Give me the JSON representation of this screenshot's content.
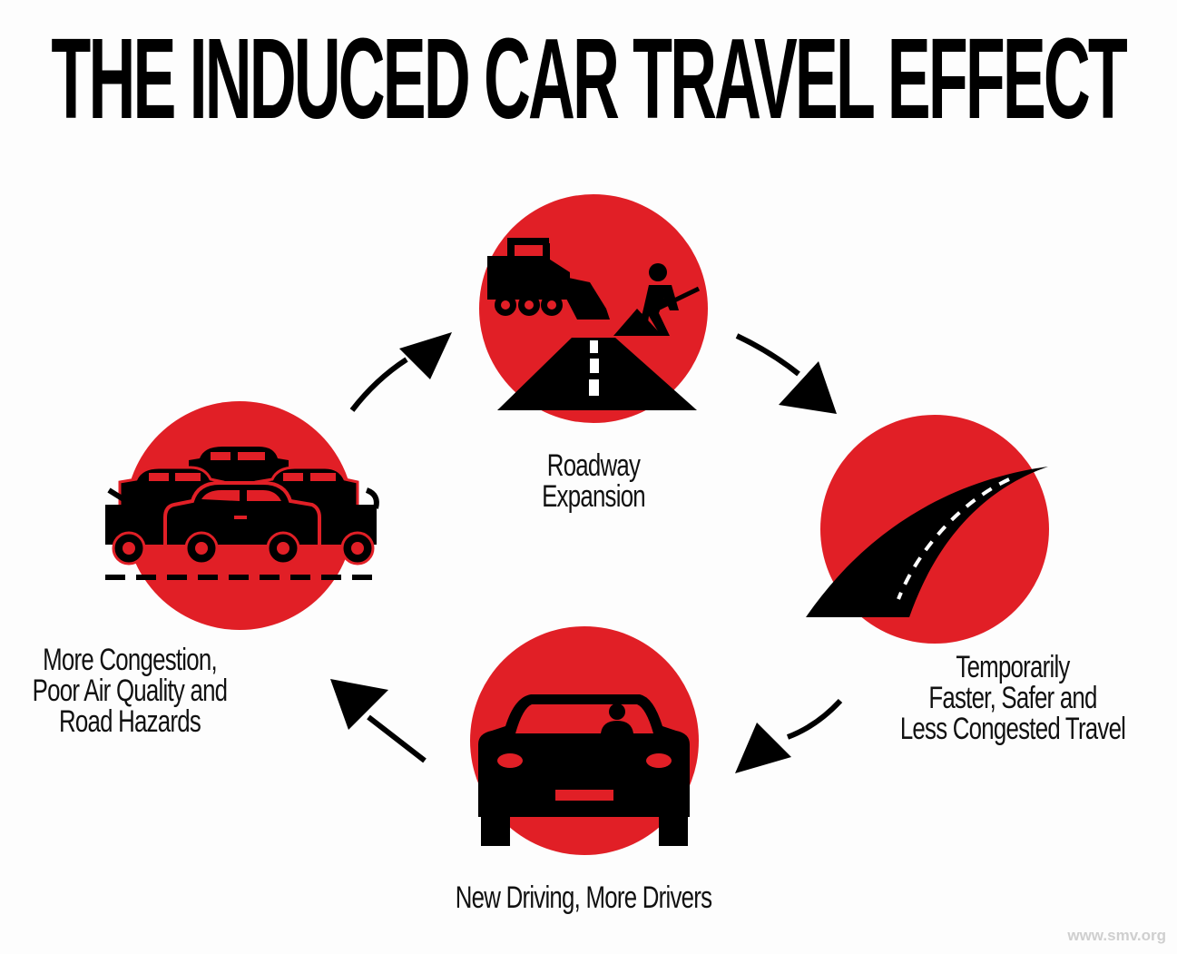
{
  "title": "THE INDUCED CAR TRAVEL EFFECT",
  "colors": {
    "circle": "#e11f26",
    "icon": "#000000",
    "background": "#fdfdfd",
    "credit": "#cfcfcf"
  },
  "stages": [
    {
      "icon": "road-construction-icon",
      "label_lines": [
        "Roadway",
        "Expansion"
      ]
    },
    {
      "icon": "open-highway-icon",
      "label_lines": [
        "Temporarily",
        "Faster, Safer and",
        "Less Congested Travel"
      ]
    },
    {
      "icon": "car-with-driver-icon",
      "label_lines": [
        "New Driving, More Drivers"
      ]
    },
    {
      "icon": "traffic-jam-icon",
      "label_lines": [
        "More Congestion,",
        "Poor Air Quality and",
        "Road Hazards"
      ]
    }
  ],
  "cycle": "clockwise",
  "credit": "www.smv.org"
}
